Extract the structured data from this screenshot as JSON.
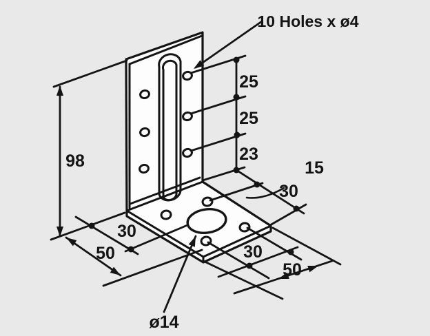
{
  "diagram": {
    "type": "technical-drawing",
    "subject": "L-shaped angle bracket, isometric view with slot and holes",
    "colors": {
      "background": "#e9e9e9",
      "line": "#141414",
      "part_fill": "#fdfdfd"
    },
    "annotations": {
      "note_holes": "10 Holes x ø4",
      "note_large_hole": "ø14",
      "dim_height": "98",
      "dim_pitch_a": "25",
      "dim_pitch_b": "25",
      "dim_pitch_c": "23",
      "dim_edge_offset": "15",
      "dim_30_top_right": "30",
      "dim_30_bottom_right": "30",
      "dim_50_bottom_right": "50",
      "dim_30_left": "30",
      "dim_50_left": "50"
    }
  }
}
